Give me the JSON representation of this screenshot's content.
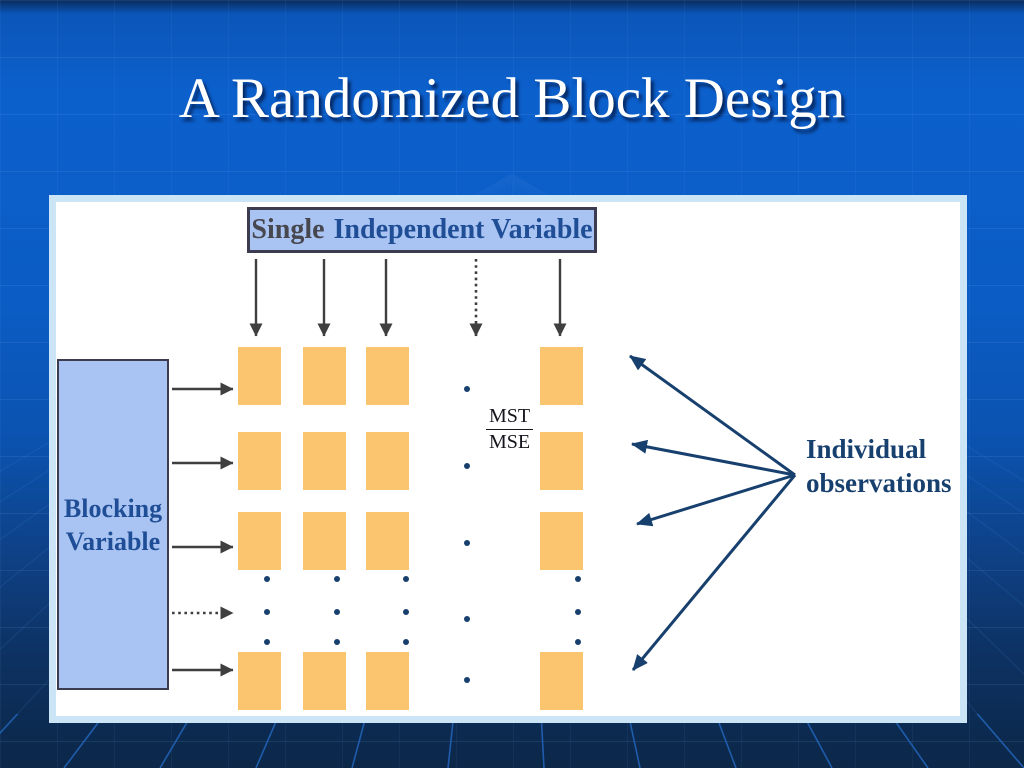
{
  "slide": {
    "title": "A Randomized Block Design"
  },
  "diagram": {
    "independent_variable_box": {
      "prefix": "Single",
      "suffix": "Independent Variable"
    },
    "blocking_variable_box": {
      "line1": "Blocking",
      "line2": "Variable"
    },
    "f_ratio": {
      "numerator": "MST",
      "denominator": "MSE"
    },
    "observations_label": {
      "line1": "Individual",
      "line2": "observations"
    },
    "treatment_grid": {
      "visible_columns": 4,
      "visible_rows": 4,
      "continuation": "ellipsis dots between column 3 and last column and between row 3 and last row"
    }
  },
  "colors": {
    "background_top": "#0C60CC",
    "background_bottom": "#0C2748",
    "panel_border": "#CBE4F6",
    "panel_background": "#FFFFFF",
    "label_box_fill": "#A9C4F2",
    "label_box_border": "#3C3C50",
    "treatment_cell": "#FAC56E",
    "accent_text_blue": "#1F4E96",
    "accent_text_gray": "#47474F",
    "navy_arrows_and_dots": "#17406E",
    "arrow_gray": "#3F3F3F",
    "title_text": "#FFFFFF"
  }
}
